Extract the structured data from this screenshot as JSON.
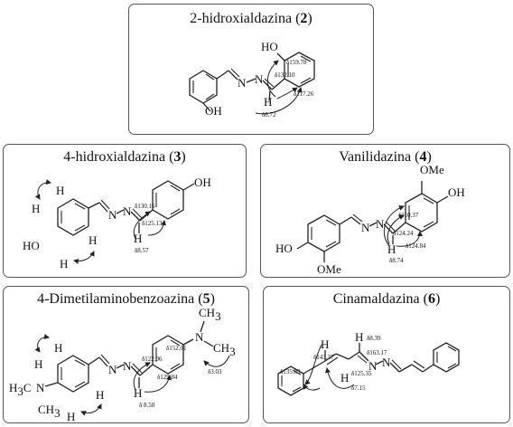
{
  "panels": {
    "p2": {
      "name": "2-hidroxialdazina",
      "num": "2",
      "labels": {
        "oh": "HO",
        "oh2": "OH",
        "n1": "N",
        "n2": "N",
        "h": "H"
      },
      "shifts": {
        "s1": "δ159.78",
        "s2": "δ132.10",
        "s3": "δ117.26",
        "s4": "δ8.72"
      }
    },
    "p3": {
      "name": "4-hidroxialdazina",
      "num": "3",
      "labels": {
        "oh": "OH",
        "ho": "HO",
        "n1": "N",
        "n2": "N",
        "h": "H",
        "h1": "H",
        "h2": "H",
        "h3": "H",
        "h4": "H"
      },
      "shifts": {
        "s1": "δ130.16",
        "s2": "δ125.13",
        "s3": "δ8.57"
      }
    },
    "p4": {
      "name": "Vanilidazina",
      "num": "4",
      "labels": {
        "ome1": "OMe",
        "oh": "OH",
        "ho": "HO",
        "ome2": "OMe",
        "n1": "N",
        "n2": "N",
        "h": "H"
      },
      "shifts": {
        "s1": "δ110.37",
        "s2": "δ124.24",
        "s3": "δ124.84",
        "s4": "δ8.74"
      }
    },
    "p5": {
      "name": "4-Dimetilaminobenzoazina",
      "num": "5",
      "labels": {
        "n": "N",
        "ch3a": "CH",
        "ch3b": "CH",
        "n2": "N",
        "n3": "N",
        "h": "H",
        "hl": "H",
        "hb": "H",
        "hr": "H",
        "h3c": "H",
        "h3c_c": "C",
        "nl": "N",
        "ch3c": "CH",
        "three": "3"
      },
      "shifts": {
        "s1": "δ152.01",
        "s2": "δ122.06",
        "s3": "δ129.84",
        "s4": "δ3.03",
        "s5": "δ 8.58"
      }
    },
    "p6": {
      "name": "Cinamaldazina",
      "num": "6",
      "labels": {
        "h1": "H",
        "h2": "H",
        "h3": "H",
        "n1": "N",
        "n2": "N"
      },
      "shifts": {
        "s1": "δ8.39",
        "s2": "δ143.37",
        "s3": "δ163.17",
        "s4": "δ135.83",
        "s5": "δ125.35",
        "s6": "δ7.15"
      }
    }
  }
}
